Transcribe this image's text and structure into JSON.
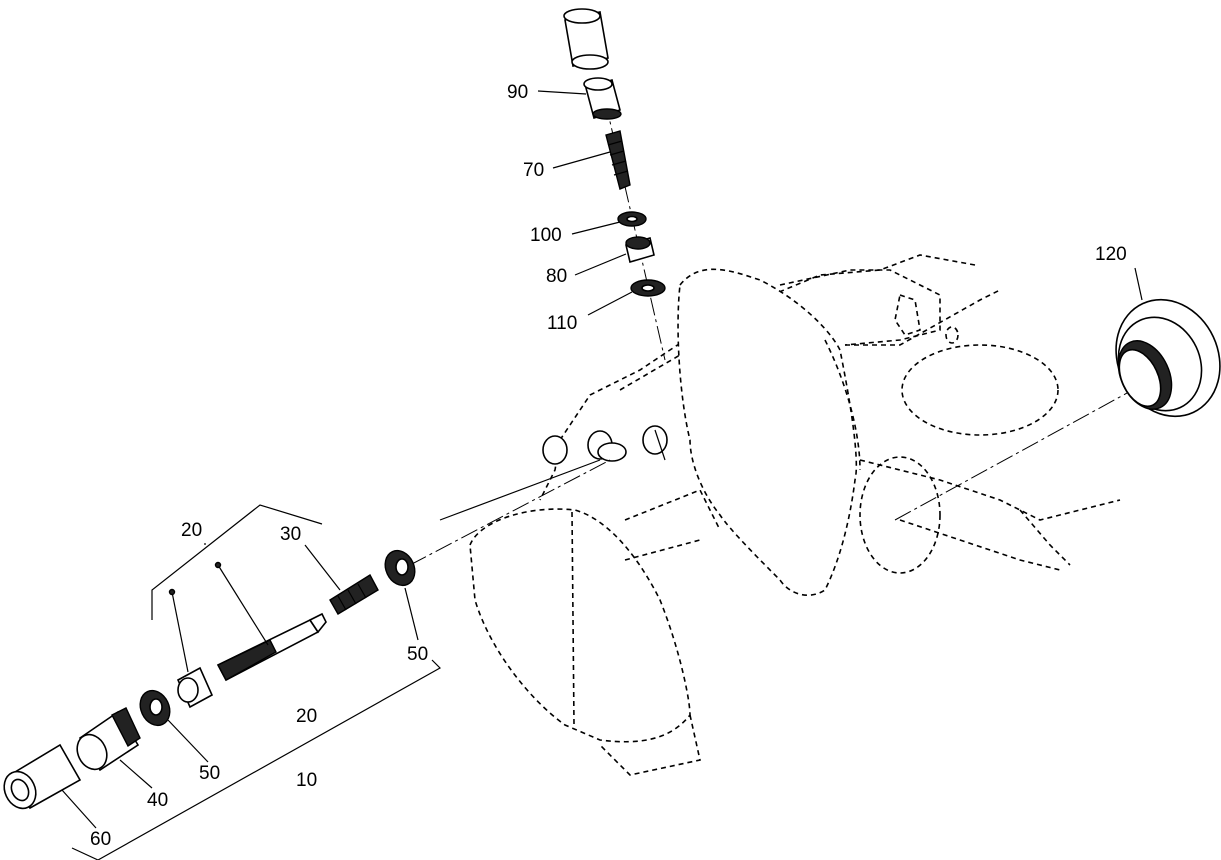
{
  "callouts": {
    "c90": "90",
    "c70": "70",
    "c100": "100",
    "c80": "80",
    "c110": "110",
    "c120": "120",
    "c20_top": "20",
    "c30": "30",
    "c50_right": "50",
    "c20_mid": "20",
    "c50_left": "50",
    "c40": "40",
    "c10": "10",
    "c60": "60"
  }
}
